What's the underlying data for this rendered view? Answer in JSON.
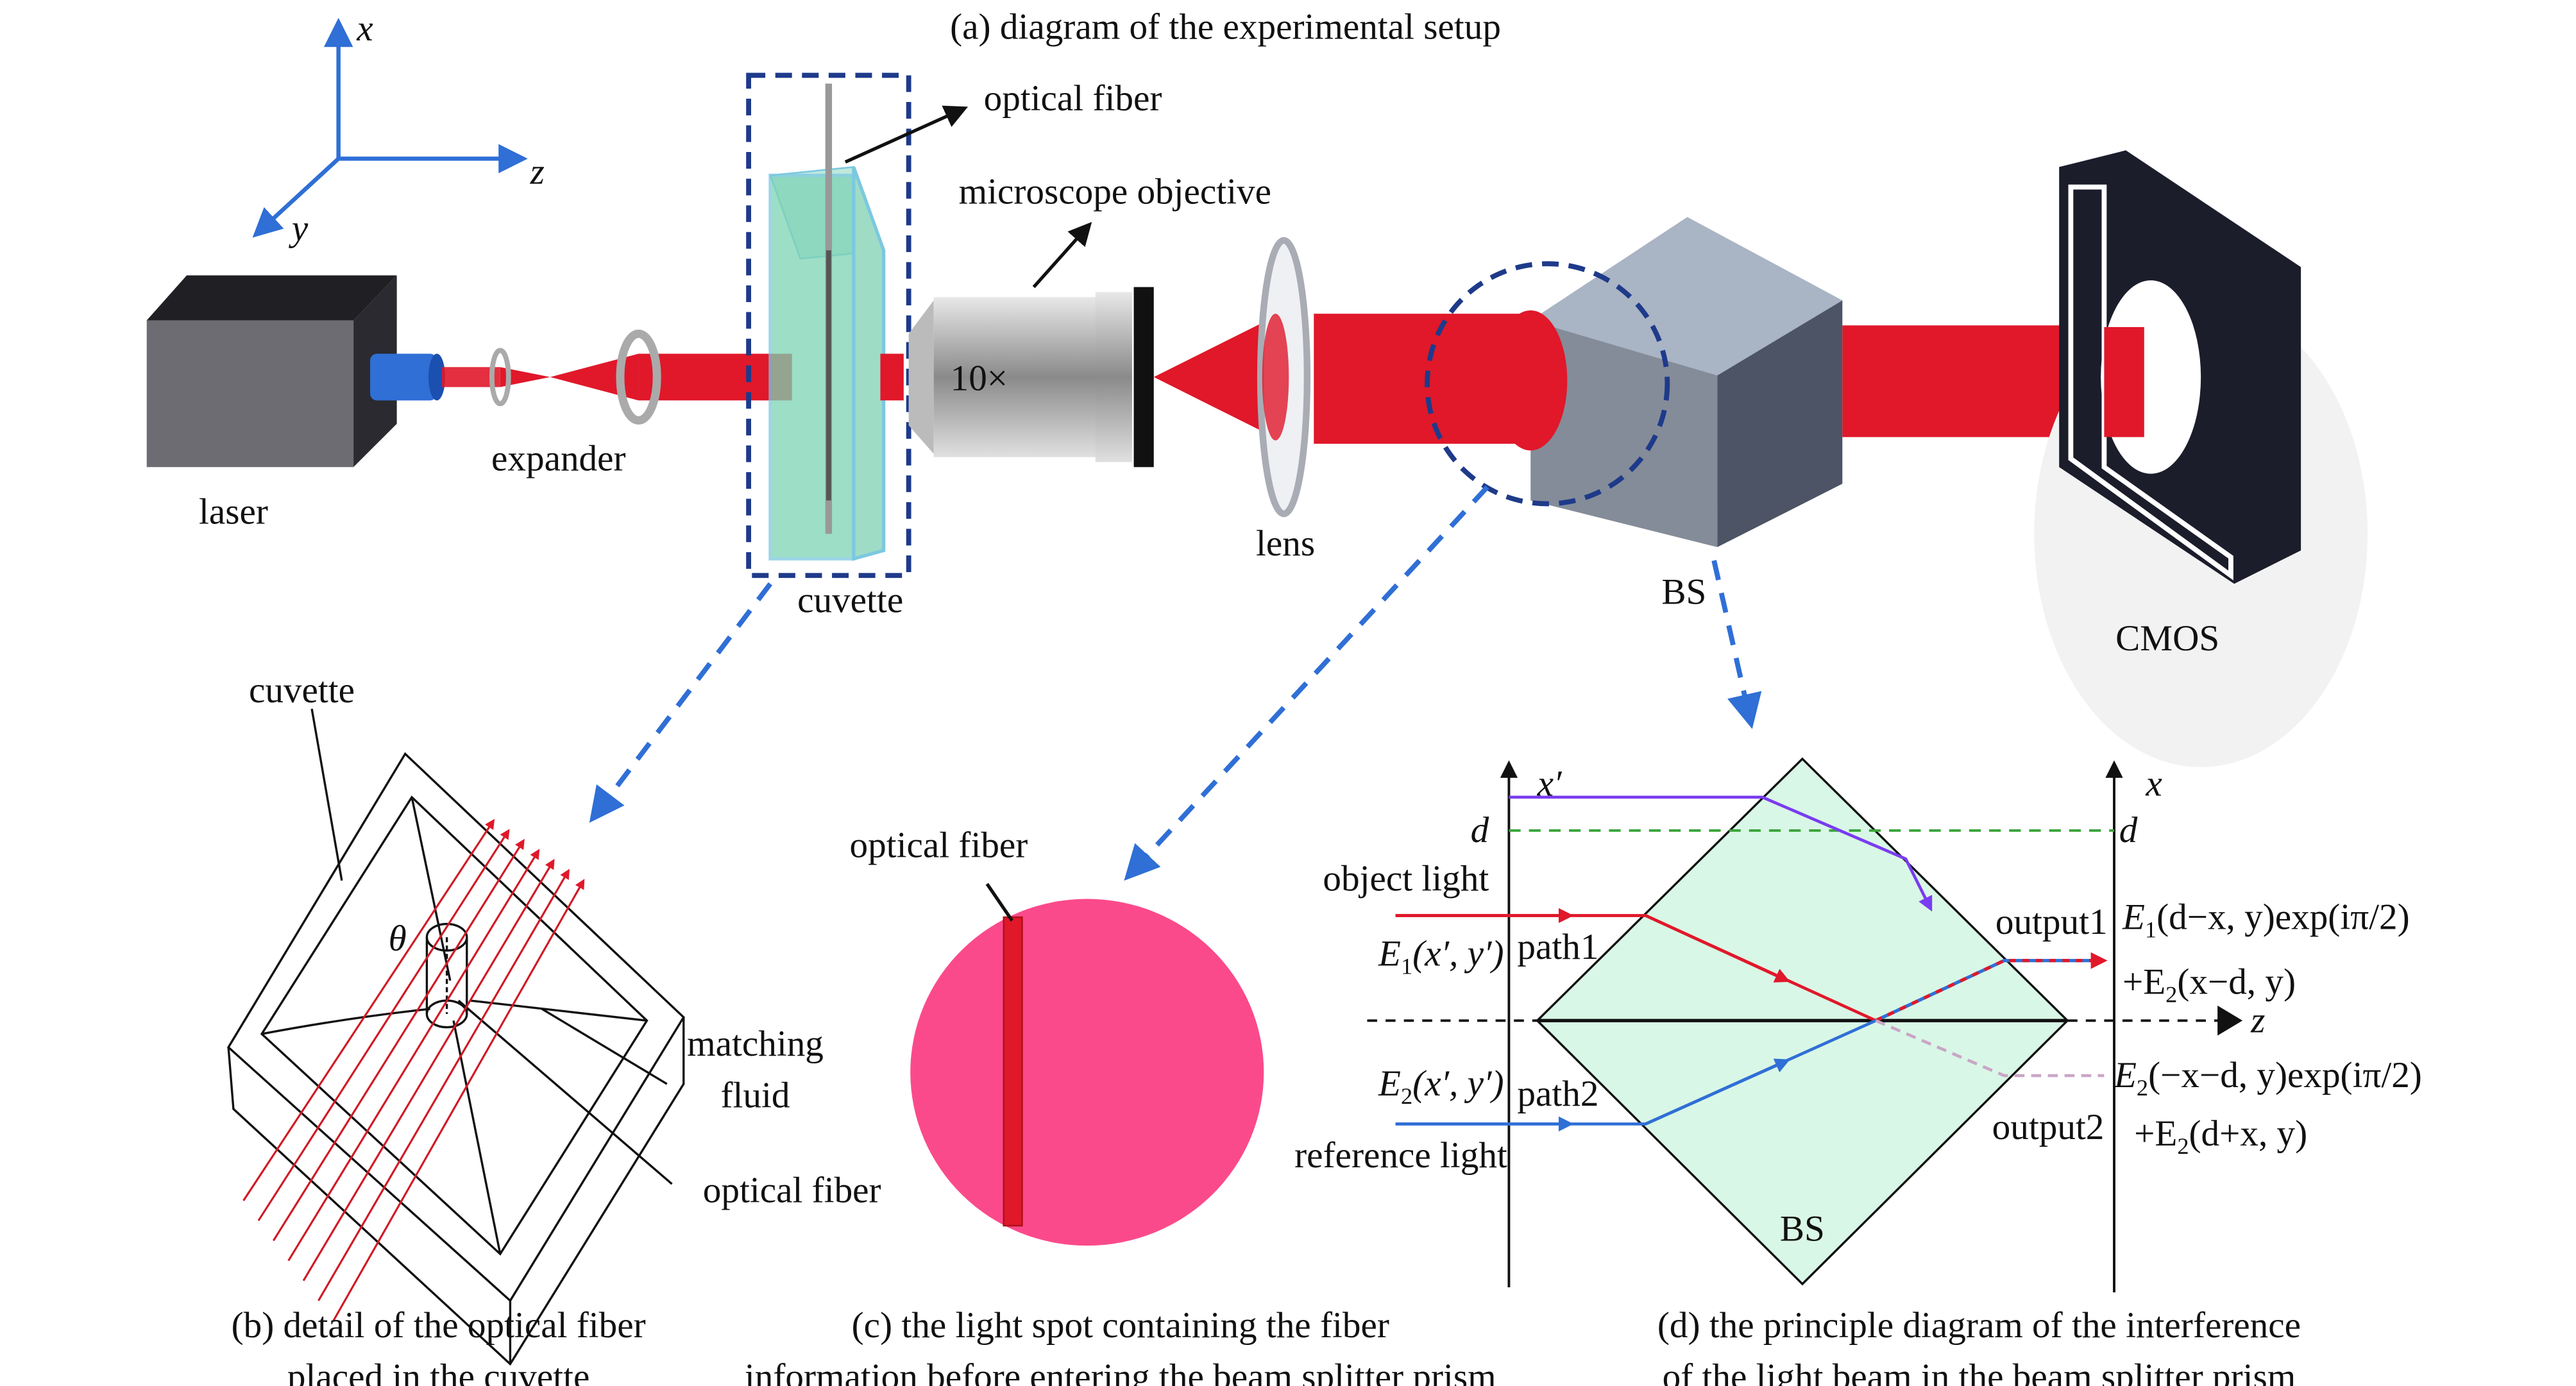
{
  "title": "(a) diagram of the experimental setup",
  "axes3d": {
    "x": "x",
    "y": "y",
    "z": "z",
    "color": "#2f6fd6"
  },
  "setup": {
    "laser": "laser",
    "expander": "expander",
    "cuvette": "cuvette",
    "optical_fiber": "optical fiber",
    "microscope_objective": "microscope objective",
    "magnification": "10×",
    "lens": "lens",
    "bs": "BS",
    "cmos": "CMOS",
    "beam_color": "#e0182a",
    "callout_color": "#2f6fd6"
  },
  "panel_b": {
    "cuvette": "cuvette",
    "theta": "θ",
    "matching": "matching",
    "fluid": "fluid",
    "optical_fiber": "optical fiber",
    "caption_line1": "(b) detail of the optical fiber",
    "caption_line2": "placed in the cuvette"
  },
  "panel_c": {
    "optical_fiber": "optical fiber",
    "spot_color": "#fb4a8b",
    "caption_line1": "(c) the light spot containing the fiber",
    "caption_line2": "information before entering the beam splitter prism"
  },
  "panel_d": {
    "x_prime": "x′",
    "d_left": "d",
    "d_right": "d",
    "x": "x",
    "z": "z",
    "object_light": "object light",
    "reference_light": "reference light",
    "path1": "path1",
    "path2": "path2",
    "output1": "output1",
    "output2": "output2",
    "bs": "BS",
    "e1_in": {
      "main": "E",
      "sub": "1",
      "rest": "(x′, y′)"
    },
    "e2_in": {
      "main": "E",
      "sub": "2",
      "rest": "(x′, y′)"
    },
    "out1_a": {
      "main": "E",
      "sub": "1",
      "rest": "(d−x, y)exp(iπ/2)"
    },
    "out1_b": {
      "main": "+E",
      "sub": "2",
      "rest": "(x−d, y)"
    },
    "out2_a": {
      "main": "E",
      "sub": "2",
      "rest": "(−x−d, y)exp(iπ/2)"
    },
    "out2_b": {
      "main": "+E",
      "sub": "2",
      "rest": "(d+x, y)"
    },
    "prism_color": "#d9f7e6",
    "object_color": "#7a3cf0",
    "path1_color": "#e0182a",
    "path2_color": "#2f6fd6",
    "d_line_color": "#3aa53a",
    "caption_line1": "(d) the principle diagram of the interference",
    "caption_line2": "of the light beam in the beam splitter prism"
  }
}
